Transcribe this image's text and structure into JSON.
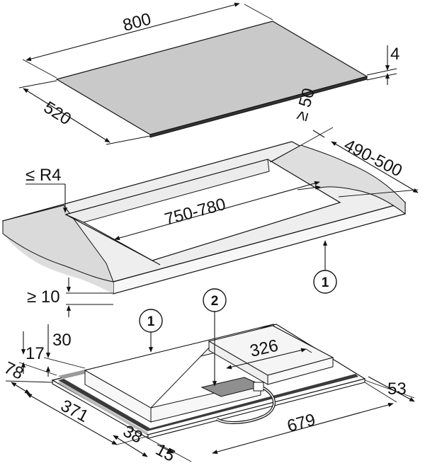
{
  "diagram": {
    "hob": {
      "width": "800",
      "depth": "520",
      "thickness": "4"
    },
    "cutout": {
      "min_edge_distance": "≥ 50",
      "depth_range": "490-500",
      "corner_radius": "≤ R4",
      "width_range": "750-780",
      "min_worktop_thickness": "≥ 10"
    },
    "underside": {
      "height_17": "17",
      "height_30": "30",
      "depth_78": "78",
      "depth_371": "371",
      "offset_38": "38",
      "offset_15": "15",
      "width_326": "326",
      "width_679": "679",
      "offset_53": "53"
    },
    "callouts": {
      "worktop": "1",
      "hob_body": "1",
      "connection_box": "2"
    }
  }
}
